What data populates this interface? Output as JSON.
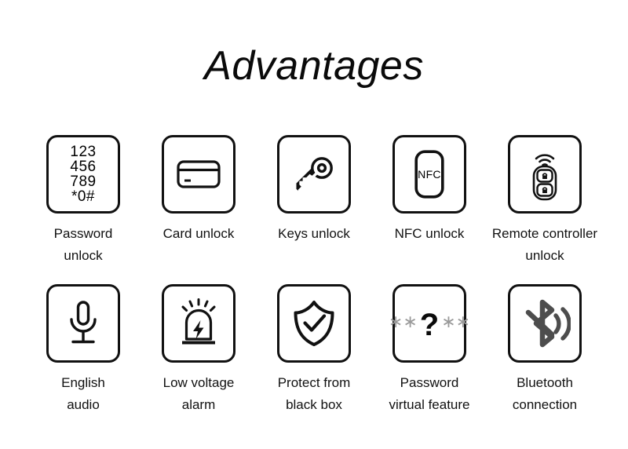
{
  "page": {
    "title": "Advantages",
    "background": "#ffffff",
    "ink": "#111111",
    "muted": "#9a9a9a",
    "bluetooth_color": "#4d4d4d"
  },
  "features": {
    "rows": [
      [
        {
          "icon": "keypad-icon",
          "label": "Password\nunlock",
          "keypad_rows": [
            "123",
            "456",
            "789",
            "*0#"
          ]
        },
        {
          "icon": "credit-card-icon",
          "label": "Card unlock"
        },
        {
          "icon": "key-icon",
          "label": "Keys unlock"
        },
        {
          "icon": "nfc-icon",
          "label": "NFC unlock",
          "inner_text": "NFC"
        },
        {
          "icon": "remote-key-fob-icon",
          "label": "Remote controller\nunlock"
        }
      ],
      [
        {
          "icon": "microphone-icon",
          "label": "English\naudio"
        },
        {
          "icon": "alarm-siren-icon",
          "label": "Low voltage\nalarm"
        },
        {
          "icon": "shield-check-icon",
          "label": "Protect from\nblack box"
        },
        {
          "icon": "password-asterisk-question-icon",
          "label": "Password\nvirtual feature",
          "stars_left": "∗∗",
          "question": "?",
          "stars_right": "∗∗"
        },
        {
          "icon": "bluetooth-signal-icon",
          "label": "Bluetooth\nconnection"
        }
      ]
    ]
  }
}
